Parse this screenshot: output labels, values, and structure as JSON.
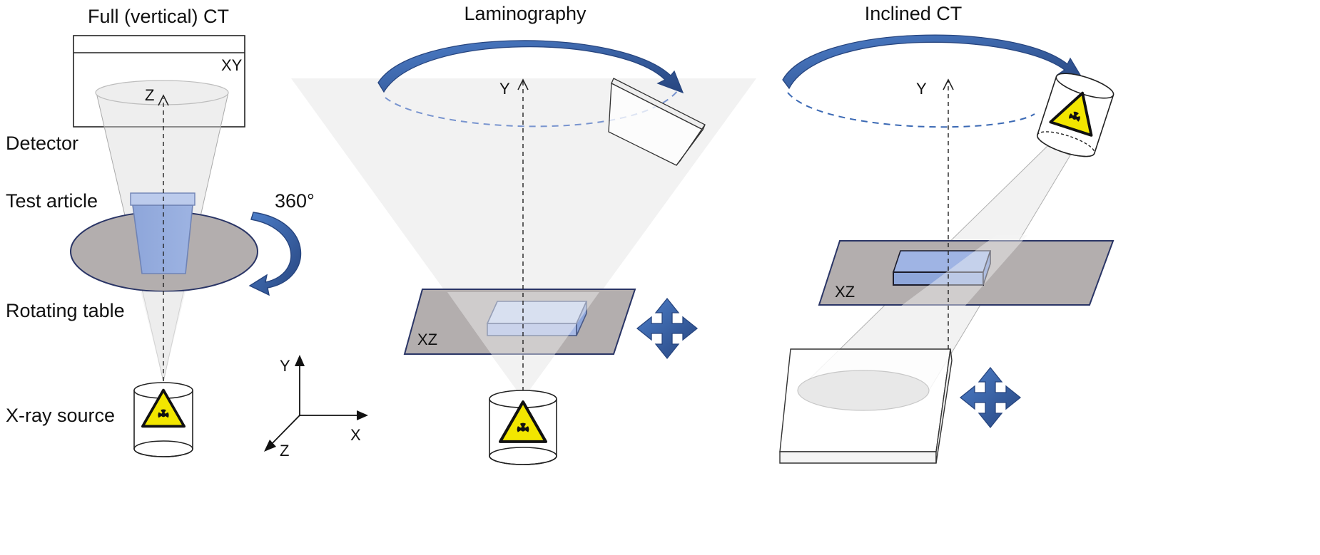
{
  "panels": {
    "full_ct": {
      "title": "Full (vertical) CT",
      "detector_plane_label": "XY",
      "axis_label": "Z",
      "detector_label": "Detector",
      "test_article_label": "Test article",
      "rotation_label": "360°",
      "rotating_table_label": "Rotating table",
      "source_label": "X-ray source"
    },
    "laminography": {
      "title": "Laminography",
      "axis_label": "Y",
      "plane_label": "XZ"
    },
    "inclined_ct": {
      "title": "Inclined CT",
      "axis_label": "Y",
      "plane_label": "XZ"
    }
  },
  "coordinate_axes": {
    "y": "Y",
    "x": "X",
    "z": "Z"
  },
  "colors": {
    "arrow_blue": "#3b69b4",
    "arrow_dark": "#27457f",
    "table_gray": "#b3aeae",
    "article_blue": "#8fa7db",
    "hazard_yellow": "#f2e600",
    "orbit_dash": "#7894cf",
    "plane_edge": "#2a3566"
  },
  "icons": [
    "radiation-hazard-icon",
    "rotation-arrow-icon",
    "move-cross-arrow-icon"
  ]
}
